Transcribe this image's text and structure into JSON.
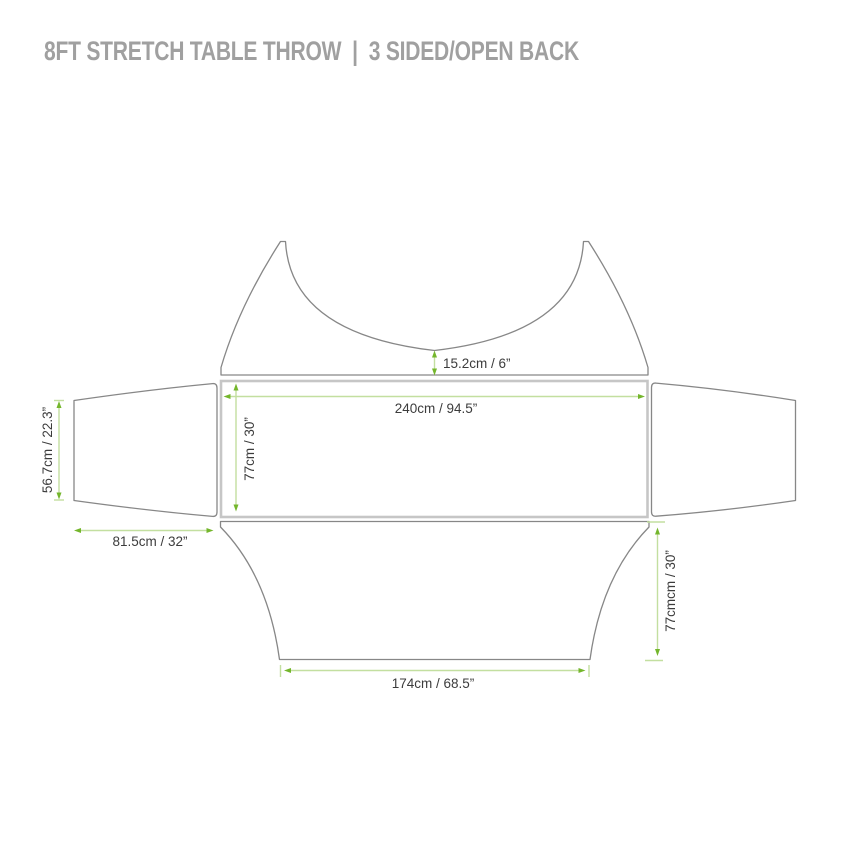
{
  "header": {
    "product": "8FT STRETCH TABLE THROW",
    "separator": "|",
    "variant": "3 SIDED/OPEN BACK"
  },
  "diagram": {
    "labels": {
      "scoop_depth": "15.2cm / 6”",
      "tabletop_width": "240cm / 94.5”",
      "tabletop_height": "77cm / 30”",
      "side_edge_height": "56.7cm / 22.3”",
      "side_width": "81.5cm / 32”",
      "skirt_bottom_width": "174cm / 68.5”",
      "skirt_height": "77cmcm / 30”"
    }
  },
  "colors": {
    "dimension_line": "#c3dfa0",
    "dimension_arrow": "#74b62c",
    "outline": "#878787",
    "panel_border": "#c6c6c6",
    "label_text": "#3c3c3c",
    "title_text": "#a0a0a0",
    "background": "#ffffff"
  }
}
